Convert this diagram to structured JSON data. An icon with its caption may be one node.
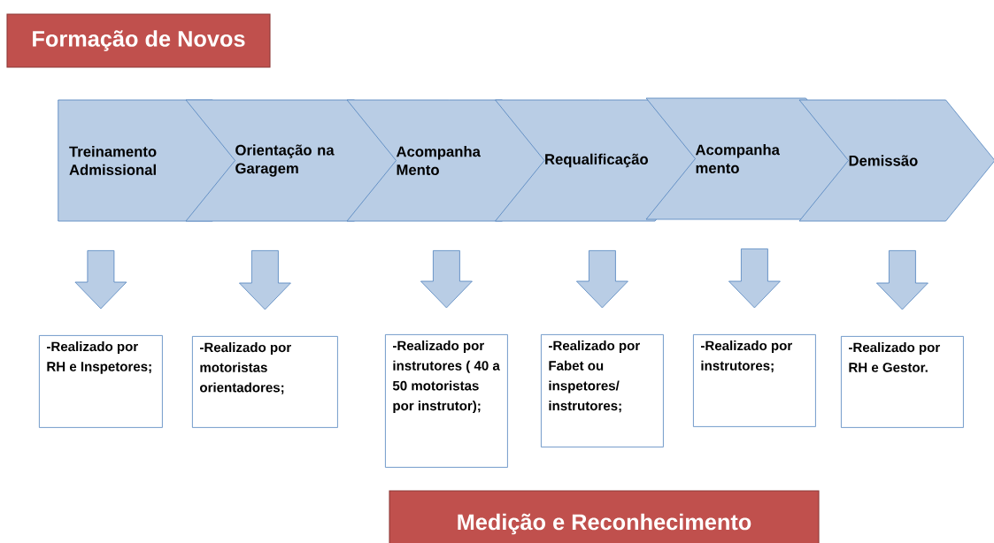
{
  "diagram": {
    "nodes": [
      {
        "text": [
          "Formação de Novos"
        ]
      },
      {
        "text": [
          "Treinamento Admissional"
        ]
      },
      {
        "text": [
          "Orientação na Garagem"
        ]
      },
      {
        "text": [
          "Acompanha Mento"
        ]
      },
      {
        "text": [
          "Requalificação"
        ]
      },
      {
        "text": [
          "Acompanha mento"
        ]
      },
      {
        "text": [
          "Demissão"
        ]
      },
      {
        "text": [
          "-Realizado por RH e Inspetores;"
        ]
      },
      {
        "text": [
          "-Realizado por motoristas orientadores;"
        ]
      },
      {
        "text": [
          "-Realizado por instrutores ( 40 a 50 motoristas por instrutor);"
        ]
      },
      {
        "text": [
          "-Realizado por Fabet ou inspetores/ instrutores;"
        ]
      },
      {
        "text": [
          "-Realizado por instrutores;"
        ]
      },
      {
        "text": [
          "-Realizado por RH e Gestor."
        ]
      },
      {
        "text": [
          "Medição e Reconhecimento"
        ]
      }
    ],
    "edges": [
      {
        "from": 1,
        "to": 7,
        "arrow": "to"
      },
      {
        "from": 2,
        "to": 8,
        "arrow": "to"
      },
      {
        "from": 3,
        "to": 9,
        "arrow": "to"
      },
      {
        "from": 4,
        "to": 10,
        "arrow": "to"
      },
      {
        "from": 5,
        "to": 11,
        "arrow": "to"
      },
      {
        "from": 6,
        "to": 12,
        "arrow": "to"
      }
    ]
  }
}
